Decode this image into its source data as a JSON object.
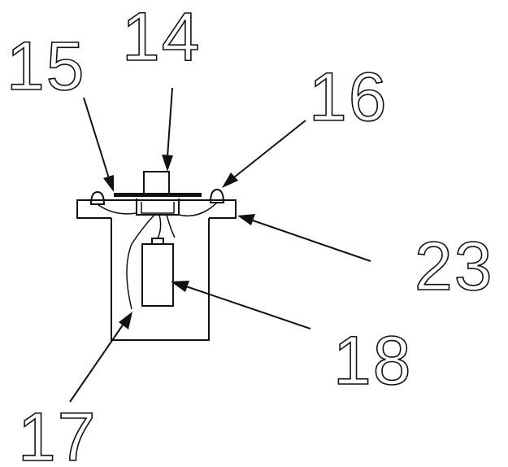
{
  "labels": {
    "l14": "14",
    "l15": "15",
    "l16": "16",
    "l23": "23",
    "l18": "18",
    "l17": "17"
  }
}
